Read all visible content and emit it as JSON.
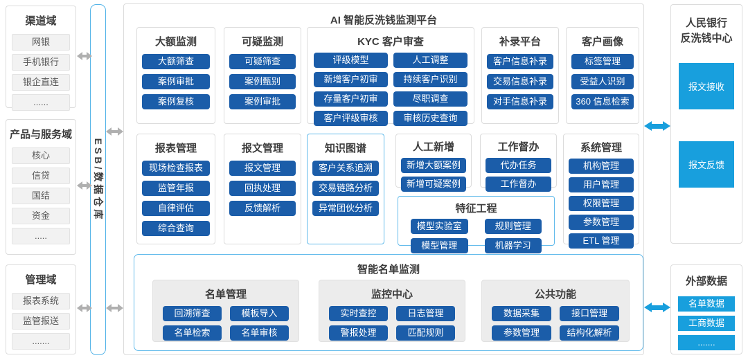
{
  "colors": {
    "primary_button": "#1b5da9",
    "bright_button": "#189fdd",
    "blue_panel_border": "#62bbeb",
    "gray_arrow": "#b0b0b0",
    "blue_arrow": "#189fdd"
  },
  "left_domains": [
    {
      "title": "渠道域",
      "items": [
        "网银",
        "手机银行",
        "银企直连",
        "......"
      ]
    },
    {
      "title": "产品与服务域",
      "items": [
        "核心",
        "信贷",
        "国结",
        "资金",
        "....."
      ]
    },
    {
      "title": "管理域",
      "items": [
        "报表系统",
        "监管报送",
        "......."
      ]
    }
  ],
  "esb": {
    "label": "ESB/数据仓库"
  },
  "platform": {
    "title": "AI 智能反洗钱监测平台",
    "modules": {
      "large_amount": {
        "title": "大额监测",
        "buttons": [
          "大额筛查",
          "案例审批",
          "案例复核"
        ]
      },
      "suspicious": {
        "title": "可疑监测",
        "buttons": [
          "可疑筛查",
          "案例甄别",
          "案例审批"
        ]
      },
      "kyc": {
        "title": "KYC 客户审查",
        "buttons": [
          "评级模型",
          "人工调整",
          "新增客户初审",
          "持续客户识别",
          "存量客户初审",
          "尽职调查",
          "客户评级审核",
          "审核历史查询"
        ]
      },
      "supplement": {
        "title": "补录平台",
        "buttons": [
          "客户信息补录",
          "交易信息补录",
          "对手信息补录"
        ]
      },
      "profile": {
        "title": "客户画像",
        "buttons": [
          "标签管理",
          "受益人识别",
          "360 信息检索"
        ]
      },
      "report_forms": {
        "title": "报表管理",
        "buttons": [
          "现场检查报表",
          "监管年报",
          "自律评估",
          "综合查询"
        ]
      },
      "message": {
        "title": "报文管理",
        "buttons": [
          "报文管理",
          "回执处理",
          "反馈解析"
        ]
      },
      "knowledge_graph": {
        "title": "知识图谱",
        "buttons": [
          "客户关系追溯",
          "交易链路分析",
          "异常团伙分析"
        ]
      },
      "manual_add": {
        "title": "人工新增",
        "buttons": [
          "新增大额案例",
          "新增可疑案例"
        ]
      },
      "supervision": {
        "title": "工作督办",
        "buttons": [
          "代办任务",
          "工作督办"
        ]
      },
      "system": {
        "title": "系统管理",
        "buttons": [
          "机构管理",
          "用户管理",
          "权限管理",
          "参数管理",
          "ETL 管理"
        ]
      },
      "feature_eng": {
        "title": "特征工程",
        "buttons": [
          "模型实验室",
          "规则管理",
          "模型管理",
          "机器学习"
        ]
      }
    },
    "list_monitoring": {
      "title": "智能名单监测",
      "groups": [
        {
          "title": "名单管理",
          "buttons": [
            "回溯筛查",
            "模板导入",
            "名单检索",
            "名单审核"
          ]
        },
        {
          "title": "监控中心",
          "buttons": [
            "实时查控",
            "日志管理",
            "警报处理",
            "匹配规则"
          ]
        },
        {
          "title": "公共功能",
          "buttons": [
            "数据采集",
            "接口管理",
            "参数管理",
            "结构化解析"
          ]
        }
      ]
    }
  },
  "pboc": {
    "title_line1": "人民银行",
    "title_line2": "反洗钱中心",
    "nodes": [
      "报文接收",
      "报文反馈"
    ]
  },
  "external_data": {
    "title": "外部数据",
    "nodes": [
      "名单数据",
      "工商数据",
      "......."
    ]
  }
}
